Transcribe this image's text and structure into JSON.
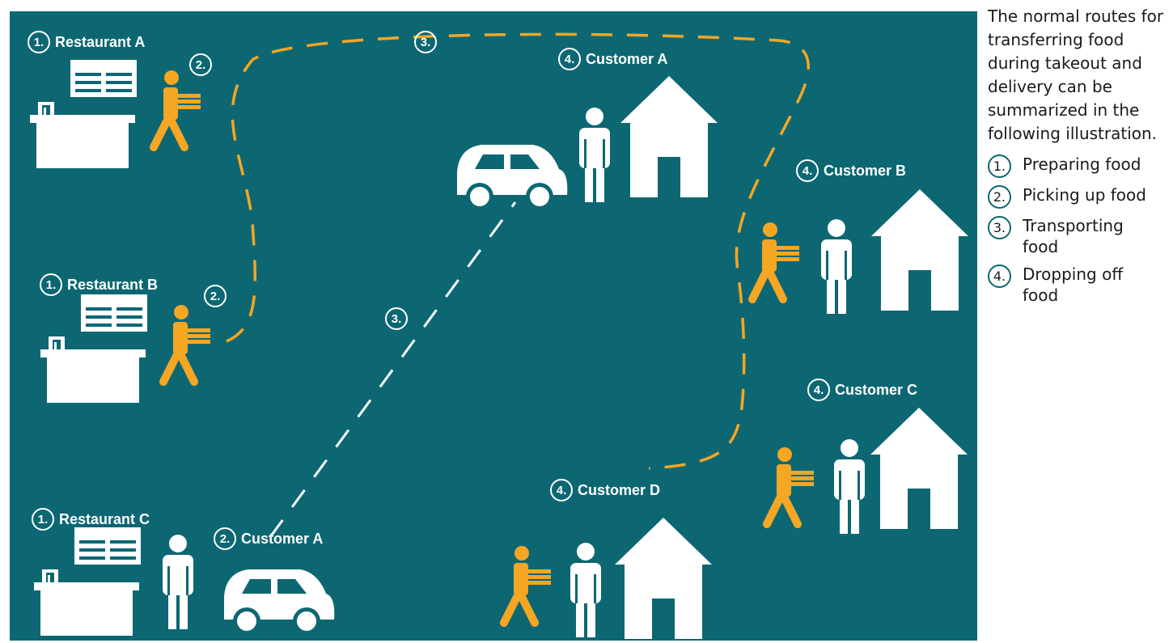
{
  "intro": "The normal routes for transferring food during takeout and delivery can be summarized in the following illustration.",
  "legend": [
    {
      "num": "1.",
      "text": "Preparing food"
    },
    {
      "num": "2.",
      "text": "Picking up food"
    },
    {
      "num": "3.",
      "text": "Transporting food"
    },
    {
      "num": "4.",
      "text": "Dropping off food"
    }
  ],
  "diagram": {
    "restaurant_a": {
      "num": "1.",
      "name": "Restaurant A"
    },
    "restaurant_b": {
      "num": "1.",
      "name": "Restaurant B"
    },
    "restaurant_c": {
      "num": "1.",
      "name": "Restaurant C"
    },
    "pickup_a": {
      "num": "2."
    },
    "pickup_b": {
      "num": "2."
    },
    "pickup_customer": {
      "num": "2.",
      "name": "Customer A"
    },
    "transport_dashed": {
      "num": "3."
    },
    "transport_white": {
      "num": "3."
    },
    "customer_a": {
      "num": "4.",
      "name": "Customer A"
    },
    "customer_b": {
      "num": "4.",
      "name": "Customer B"
    },
    "customer_c": {
      "num": "4.",
      "name": "Customer C"
    },
    "customer_d": {
      "num": "4.",
      "name": "Customer D"
    },
    "menu_text": "MENU"
  },
  "colors": {
    "panel": "#0d6773",
    "courier": "#f5a623",
    "figure": "#ffffff",
    "route_orange": "#f5a623",
    "route_white": "#ffffff"
  }
}
